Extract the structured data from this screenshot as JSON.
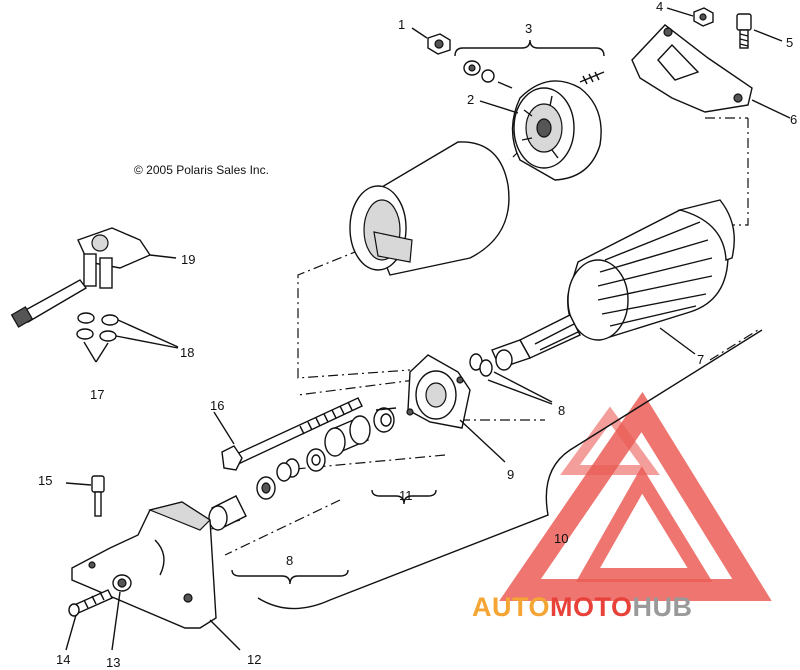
{
  "copyright": "© 2005 Polaris Sales Inc.",
  "callouts": [
    "1",
    "2",
    "3",
    "4",
    "5",
    "6",
    "7",
    "8",
    "8",
    "9",
    "10",
    "11",
    "12",
    "13",
    "14",
    "15",
    "16",
    "17",
    "18",
    "19"
  ],
  "parts": [
    "nut-1",
    "end-cap-2",
    "hardware-set-3",
    "nut-4",
    "fitting-5",
    "bracket-6",
    "armature-7",
    "washers-8",
    "drive-end-housing-9",
    "drive-assembly-10",
    "gear-set-11",
    "mounting-bracket-12",
    "washer-13",
    "bolt-14",
    "screw-15",
    "through-bolt-16",
    "washers-17",
    "washers-18",
    "brush-holder-19",
    "motor-housing"
  ],
  "watermark": {
    "auto": "AUTO",
    "moto": "MOTO",
    "hub": "HUB",
    "colors": {
      "red": "#e8413a",
      "orange": "#f4a534",
      "gray": "#9a9a9a"
    }
  }
}
